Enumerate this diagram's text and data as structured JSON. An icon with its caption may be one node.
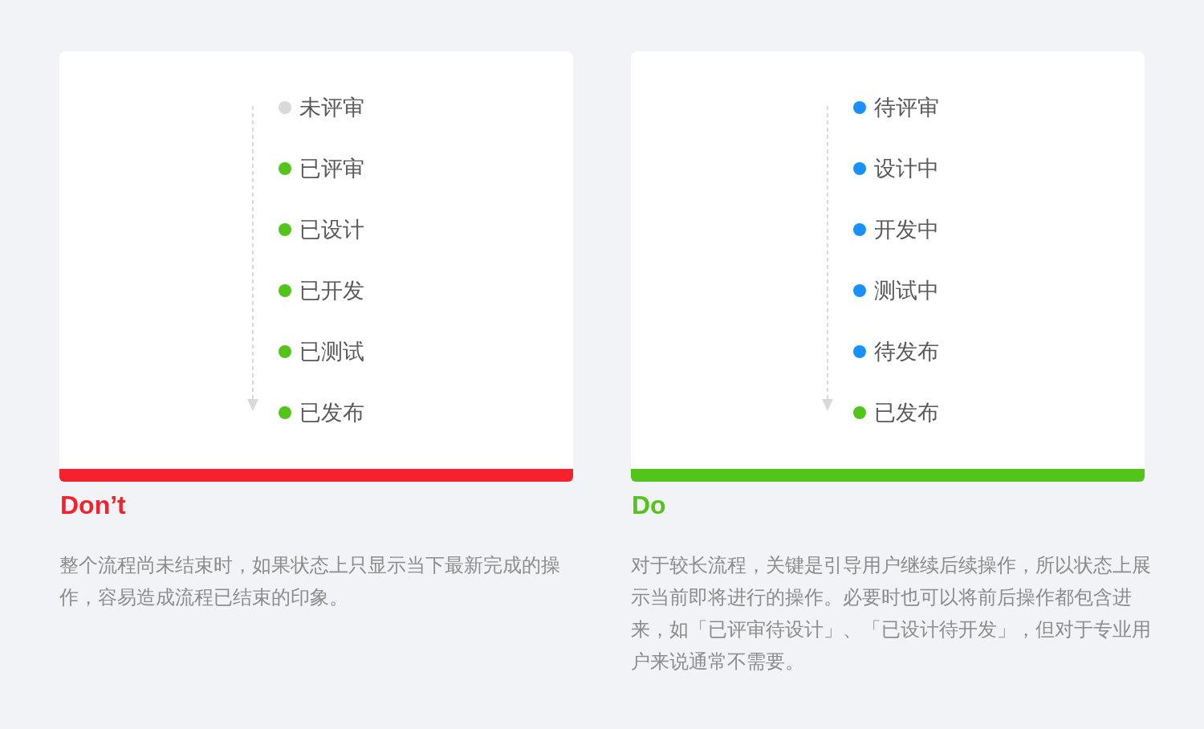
{
  "diagram": {
    "nodes": [
      {
        "text": [
          "Don’t"
        ],
        "beside": [
          "整个流程尚未结束时，如果状态上只显示当下最新完成的操作，容易造成流程已结束的印象。"
        ]
      },
      {
        "text": [
          "未评审"
        ],
        "in": 0
      },
      {
        "text": [
          "已评审"
        ],
        "in": 0
      },
      {
        "text": [
          "已设计"
        ],
        "in": 0
      },
      {
        "text": [
          "已开发"
        ],
        "in": 0
      },
      {
        "text": [
          "已测试"
        ],
        "in": 0
      },
      {
        "text": [
          "已发布"
        ],
        "in": 0
      },
      {
        "text": [
          "Do"
        ],
        "beside": [
          "对于较长流程，关键是引导用户继续后续操作，所以状态上展示当前即将进行的操作。必要时也可以将前后操作都包含进来，如「已评审待设计」、「已设计待开发」，但对于专业用户来说通常不需要。"
        ]
      },
      {
        "text": [
          "待评审"
        ],
        "in": 7
      },
      {
        "text": [
          "设计中"
        ],
        "in": 7
      },
      {
        "text": [
          "开发中"
        ],
        "in": 7
      },
      {
        "text": [
          "测试中"
        ],
        "in": 7
      },
      {
        "text": [
          "待发布"
        ],
        "in": 7
      },
      {
        "text": [
          "已发布"
        ],
        "in": 7
      }
    ]
  }
}
